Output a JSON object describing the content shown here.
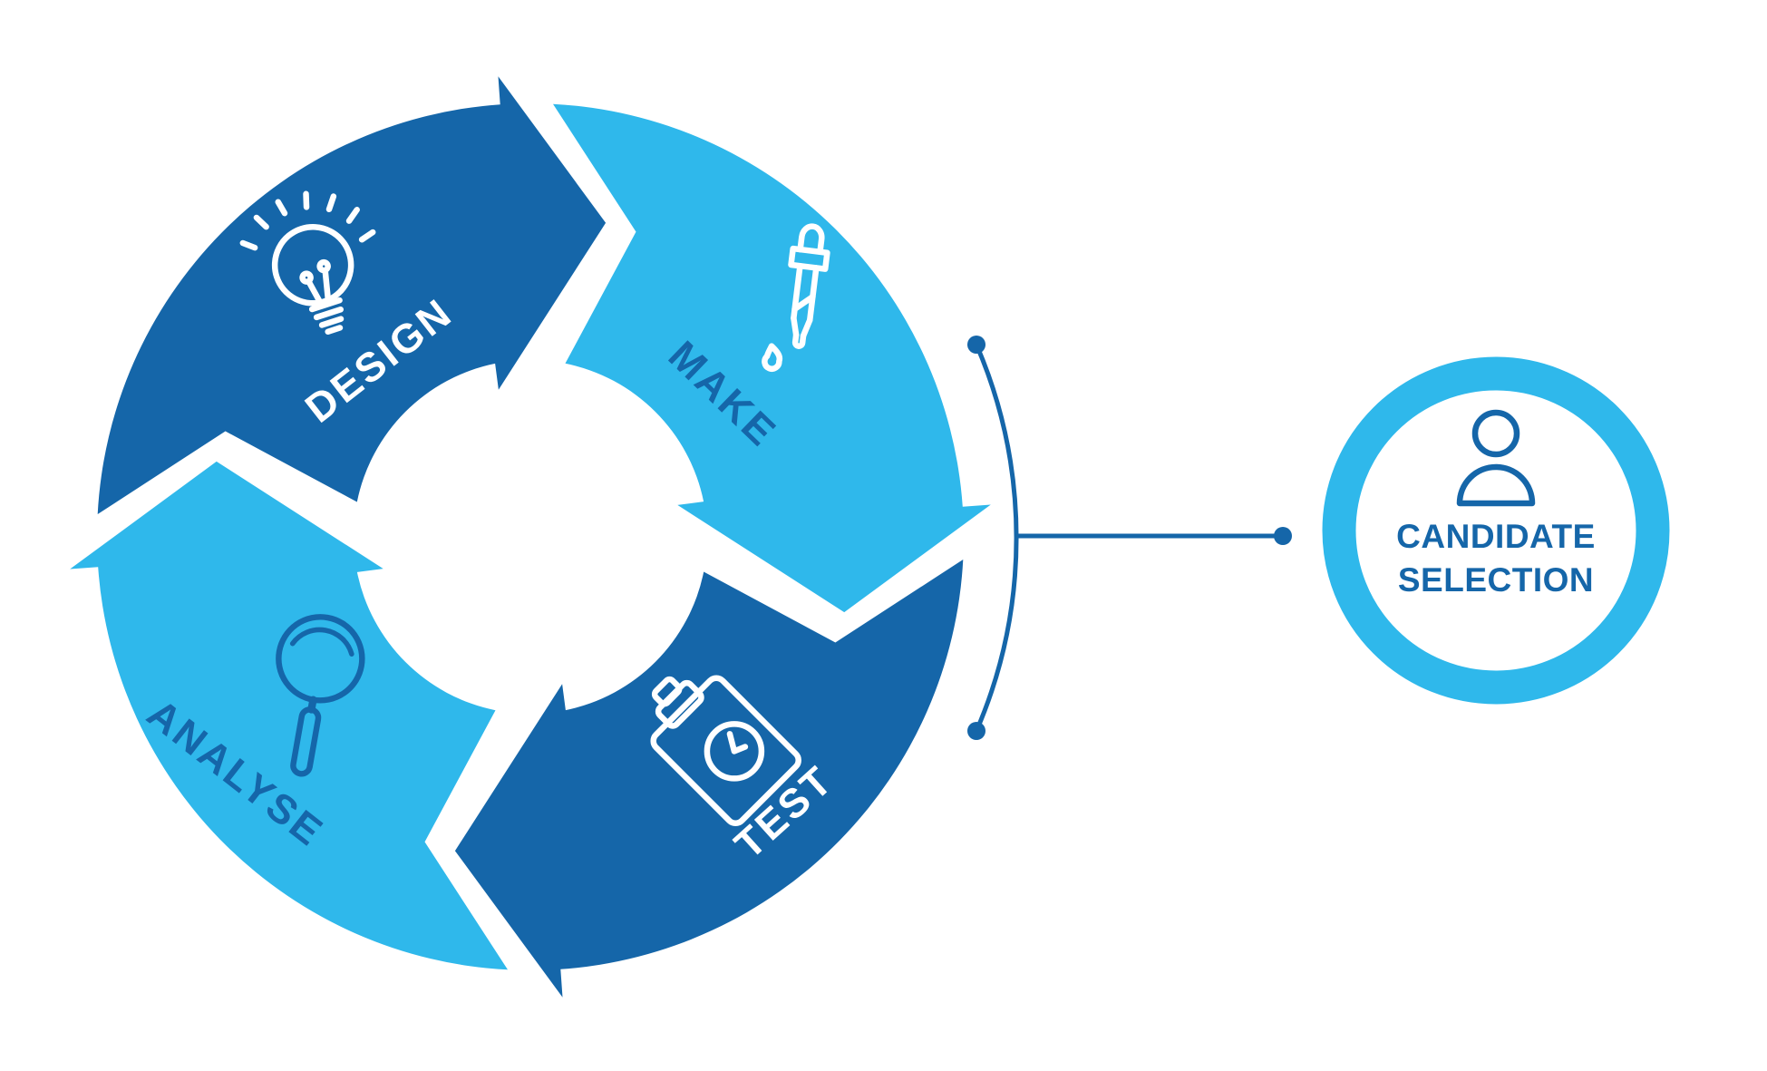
{
  "colors": {
    "dark_blue": "#1566A9",
    "light_blue": "#2FB8EB",
    "white": "#FFFFFF"
  },
  "cycle": {
    "segments": [
      {
        "label": "DESIGN",
        "tone": "dark",
        "label_color": "white",
        "icon": "lightbulb-idea-icon"
      },
      {
        "label": "MAKE",
        "tone": "light",
        "label_color": "dark",
        "icon": "pipette-dropper-icon"
      },
      {
        "label": "TEST",
        "tone": "dark",
        "label_color": "white",
        "icon": "clipboard-clock-icon"
      },
      {
        "label": "ANALYSE",
        "tone": "light",
        "label_color": "dark",
        "icon": "magnifier-icon"
      }
    ]
  },
  "result_node": {
    "line1": "CANDIDATE",
    "line2": "SELECTION",
    "icon": "person-icon"
  }
}
